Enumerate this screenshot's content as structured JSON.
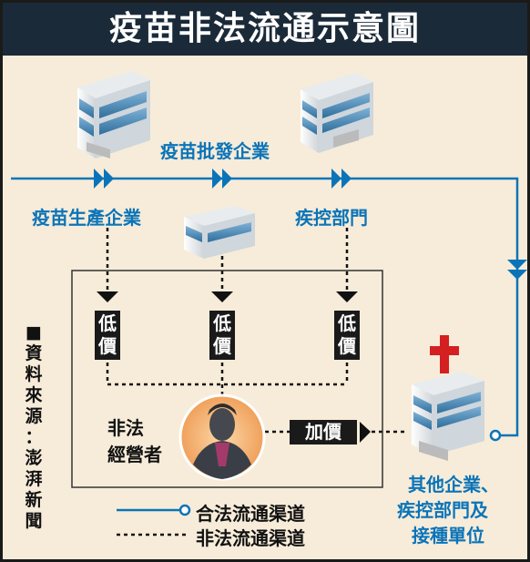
{
  "title": "疫苗非法流通示意圖",
  "nodes": {
    "producer": "疫苗生產企業",
    "wholesaler": "疫苗批發企業",
    "cdc": "疾控部門",
    "illegal_operator_line1": "非法",
    "illegal_operator_line2": "經營者",
    "destination_line1": "其他企業、",
    "destination_line2": "疾控部門及",
    "destination_line3": "接種單位"
  },
  "tags": {
    "low_price_top": "低",
    "low_price_bottom": "價",
    "markup": "加價"
  },
  "legend": {
    "legal": "合法流通渠道",
    "illegal": "非法流通渠道"
  },
  "source": {
    "square": "■",
    "chars": [
      "資",
      "料",
      "來",
      "源",
      "：",
      "澎",
      "湃",
      "新",
      "聞"
    ]
  },
  "colors": {
    "legal_line": "#0b74b8",
    "illegal_line": "#111111",
    "title_bg": "#1b2a38",
    "background": "#f7ecd9",
    "red_cross": "#d42020"
  }
}
